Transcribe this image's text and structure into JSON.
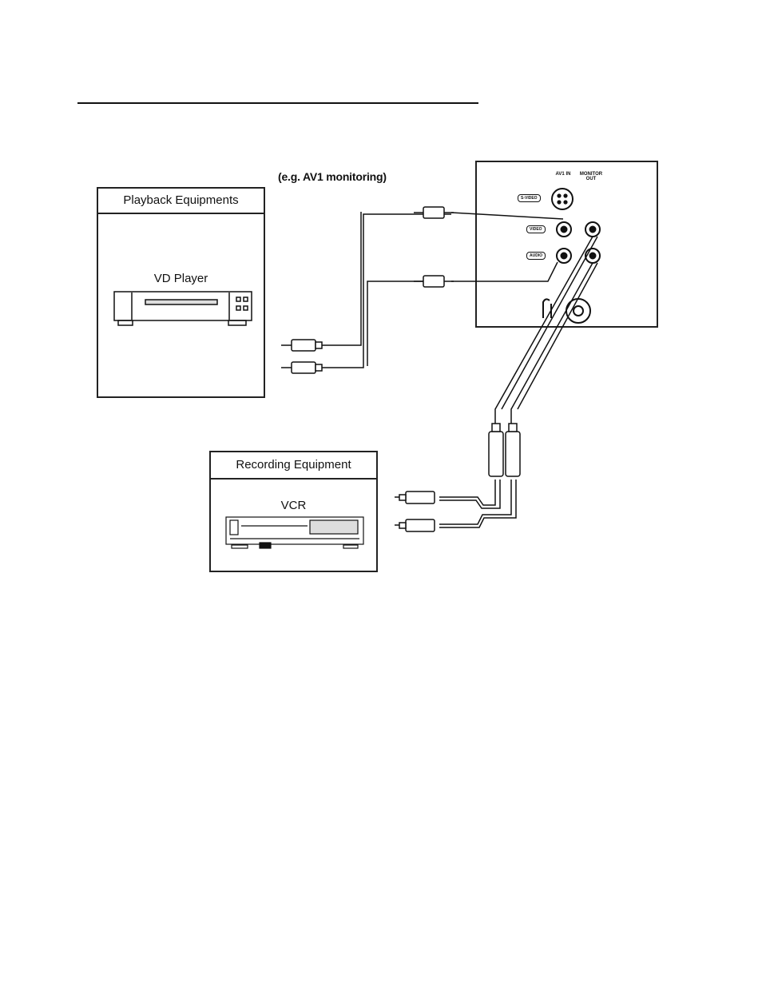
{
  "caption": "(e.g. AV1 monitoring)",
  "playback_box": {
    "title": "Playback Equipments",
    "device": "VD Player"
  },
  "recording_box": {
    "title": "Recording Equipment",
    "device": "VCR"
  },
  "panel": {
    "av1_in_label": "AV1 IN",
    "monitor_out_label": "MONITOR OUT",
    "s_video_tag": "S-VIDEO",
    "video_tag": "VIDEO",
    "audio_tag": "AUDIO"
  }
}
